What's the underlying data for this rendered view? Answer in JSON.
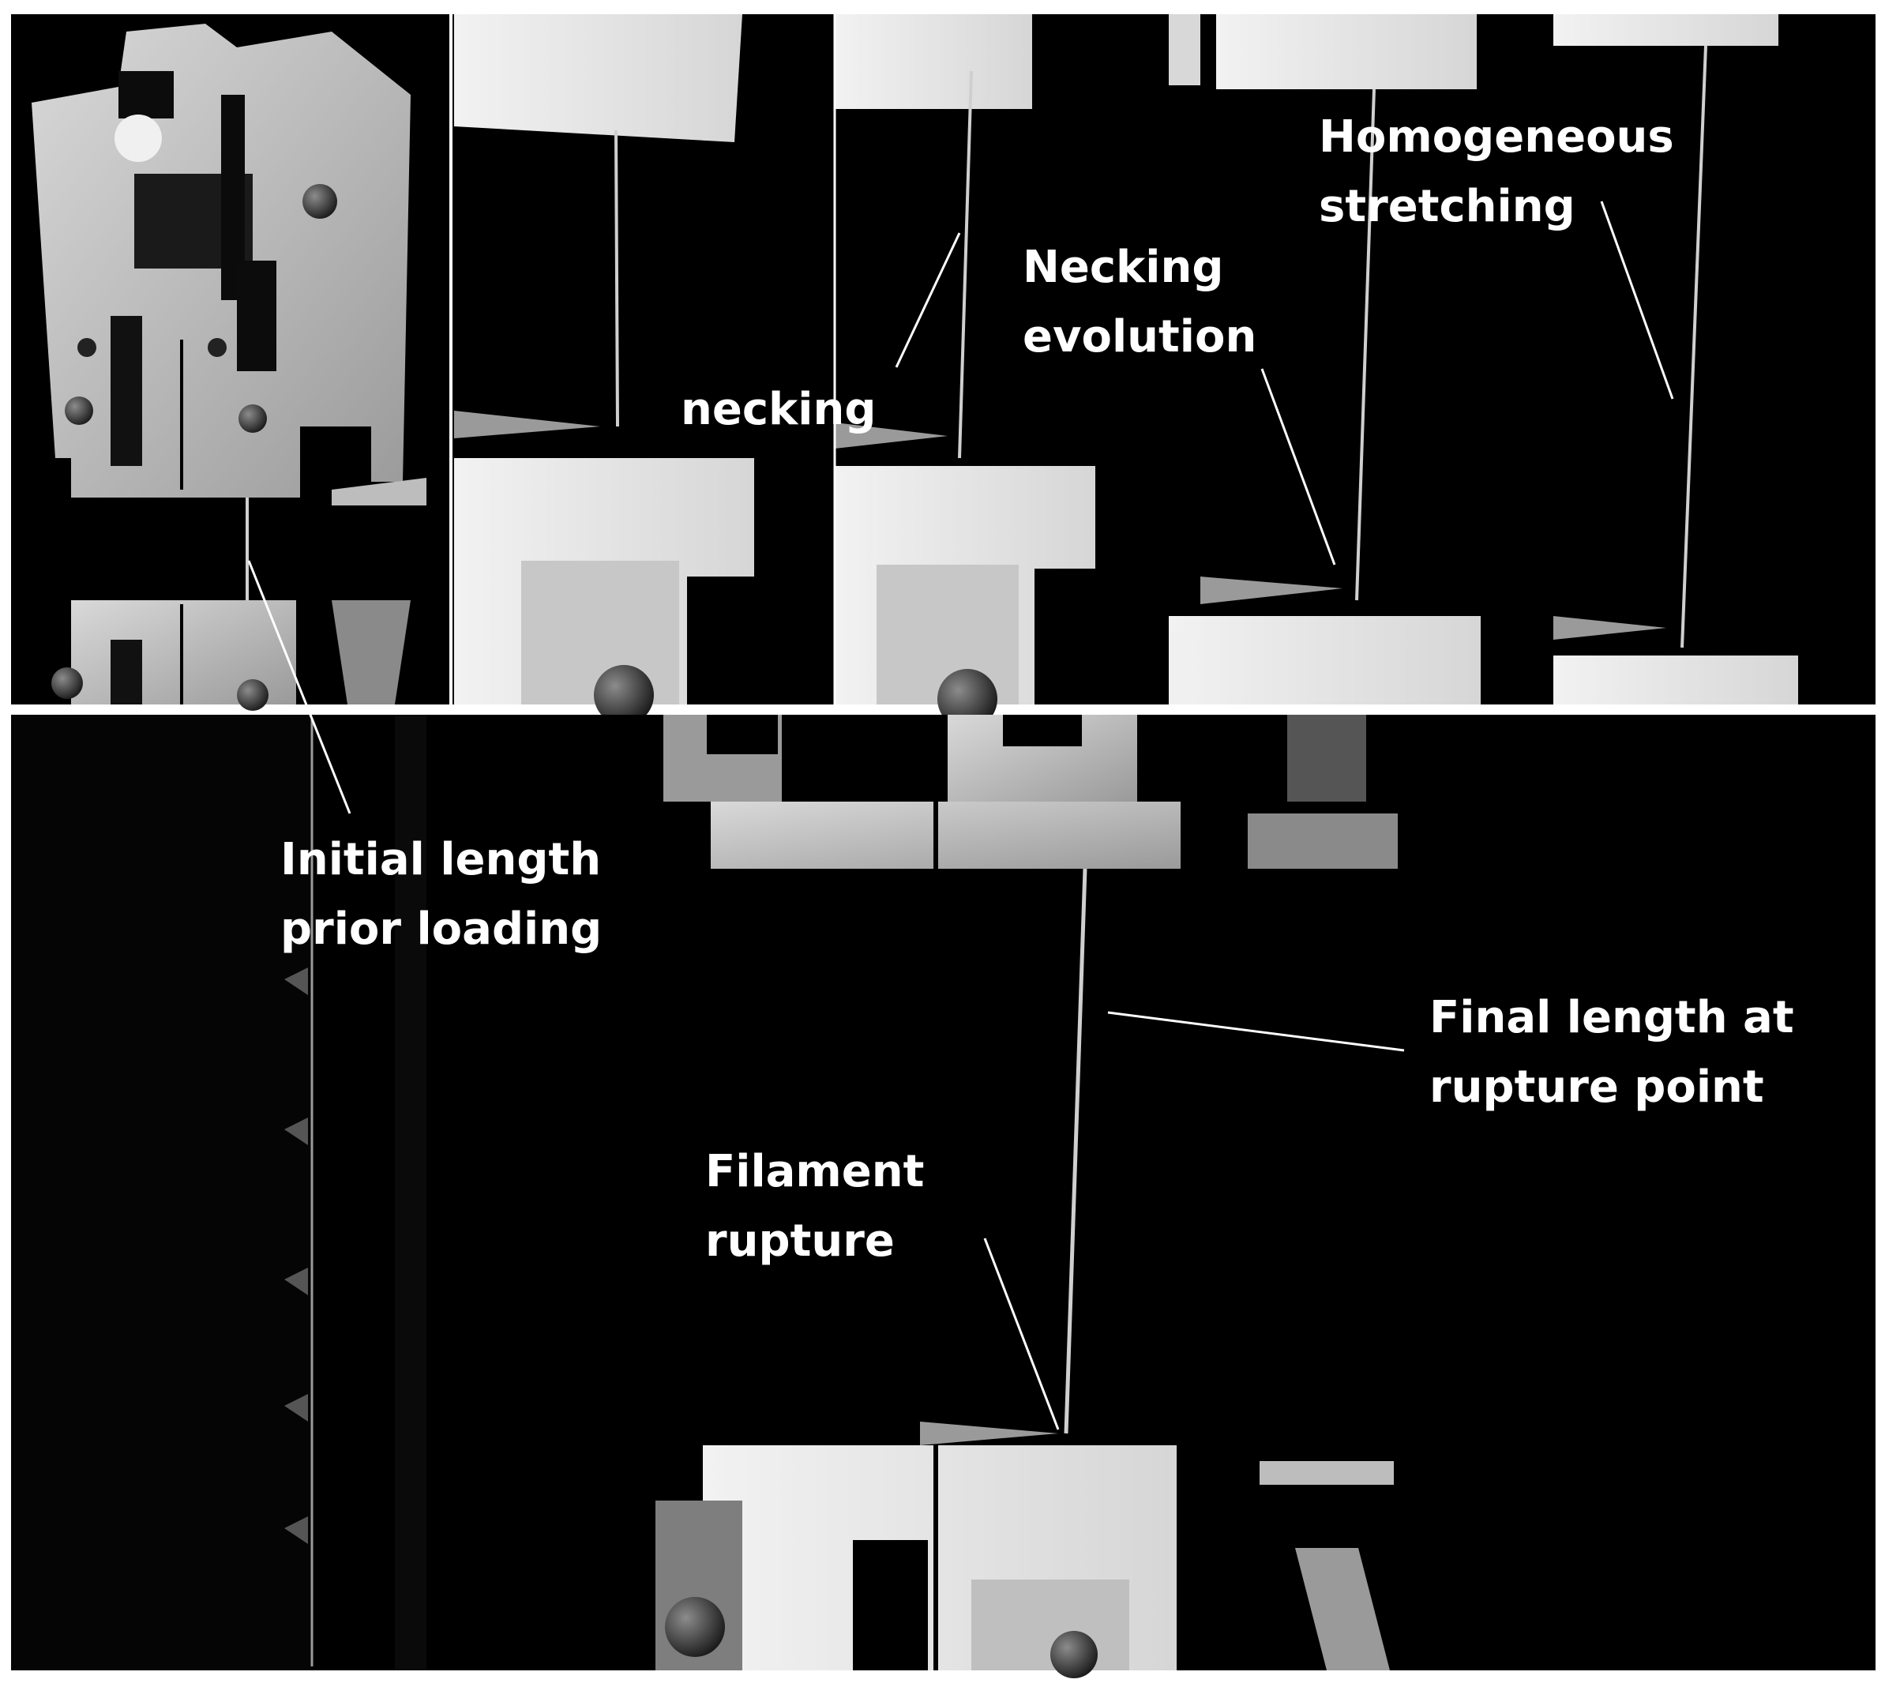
{
  "labels": {
    "initial_length": [
      "Initial length",
      "prior loading"
    ],
    "necking": [
      "necking"
    ],
    "necking_evolution": [
      "Necking",
      "evolution"
    ],
    "homogeneous_stretching": [
      "Homogeneous",
      "stretching"
    ],
    "final_length": [
      "Final length at",
      "rupture point"
    ],
    "filament_rupture": [
      "Filament",
      "rupture"
    ]
  },
  "colors": {
    "background": "#000000",
    "frame_border": "#ffffff",
    "label_text": "#ffffff",
    "grip_light": "#e6e6e6",
    "grip_mid": "#b4b4b4",
    "grip_dark": "#7a7a7a",
    "filament": "#cfcfcf"
  }
}
